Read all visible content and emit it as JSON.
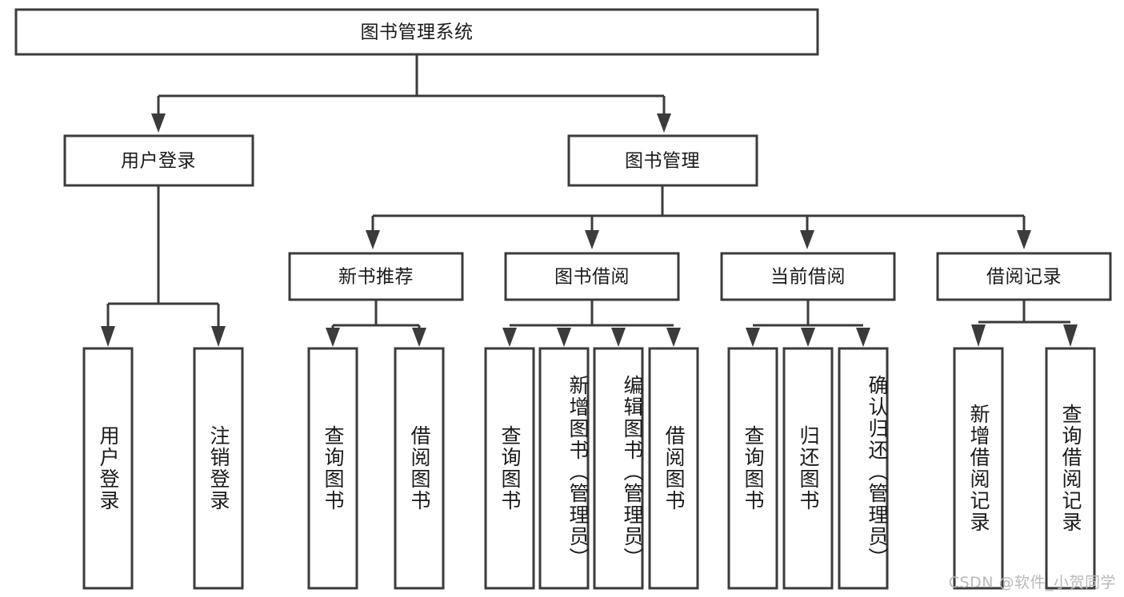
{
  "diagram": {
    "title": "图书管理系统",
    "type": "tree-hierarchy",
    "root": {
      "label": "图书管理系统",
      "id": "root-system"
    },
    "level2": [
      {
        "id": "user-login",
        "label": "用户登录"
      },
      {
        "id": "book-management",
        "label": "图书管理"
      }
    ],
    "level3": [
      {
        "id": "new-book-recommend",
        "label": "新书推荐",
        "parent": "book-management"
      },
      {
        "id": "book-borrow",
        "label": "图书借阅",
        "parent": "book-management"
      },
      {
        "id": "current-borrow",
        "label": "当前借阅",
        "parent": "book-management"
      },
      {
        "id": "borrow-record",
        "label": "借阅记录",
        "parent": "book-management"
      }
    ],
    "leaves": [
      {
        "id": "leaf-user-login",
        "label": "用户登录",
        "parent": "user-login"
      },
      {
        "id": "leaf-logout-login",
        "label": "注销登录",
        "parent": "user-login"
      },
      {
        "id": "leaf-query-book-1",
        "label": "查询图书",
        "parent": "new-book-recommend"
      },
      {
        "id": "leaf-borrow-book-1",
        "label": "借阅图书",
        "parent": "new-book-recommend"
      },
      {
        "id": "leaf-query-book-2",
        "label": "查询图书",
        "parent": "book-borrow"
      },
      {
        "id": "leaf-add-book",
        "label": "新增图书（管理员）",
        "parent": "book-borrow"
      },
      {
        "id": "leaf-edit-book",
        "label": "编辑图书（管理员）",
        "parent": "book-borrow"
      },
      {
        "id": "leaf-borrow-book-2",
        "label": "借阅图书",
        "parent": "book-borrow"
      },
      {
        "id": "leaf-query-book-3",
        "label": "查询图书",
        "parent": "current-borrow"
      },
      {
        "id": "leaf-return-book",
        "label": "归还图书",
        "parent": "current-borrow"
      },
      {
        "id": "leaf-confirm-return",
        "label": "确认归还（管理员）",
        "parent": "current-borrow"
      },
      {
        "id": "leaf-add-borrow-record",
        "label": "新增借阅记录",
        "parent": "borrow-record"
      },
      {
        "id": "leaf-query-borrow-record",
        "label": "查询借阅记录",
        "parent": "borrow-record"
      }
    ],
    "colors": {
      "stroke": "#3b3b3b",
      "fill": "#ffffff",
      "text": "#1a1a1a",
      "background": "#ffffff",
      "watermark": "#b9b9b9"
    }
  },
  "watermark": {
    "text": "CSDN @软件_小贺同学"
  }
}
